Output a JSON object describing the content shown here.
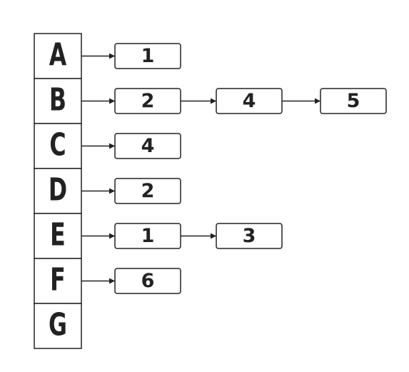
{
  "adjacency_list": [
    {
      "vertex": "A",
      "neighbors": [
        "1"
      ]
    },
    {
      "vertex": "B",
      "neighbors": [
        "2",
        "4",
        "5"
      ]
    },
    {
      "vertex": "C",
      "neighbors": [
        "4"
      ]
    },
    {
      "vertex": "D",
      "neighbors": [
        "2"
      ]
    },
    {
      "vertex": "E",
      "neighbors": [
        "1",
        "3"
      ]
    },
    {
      "vertex": "F",
      "neighbors": [
        "6"
      ]
    },
    {
      "vertex": "G",
      "neighbors": []
    }
  ]
}
